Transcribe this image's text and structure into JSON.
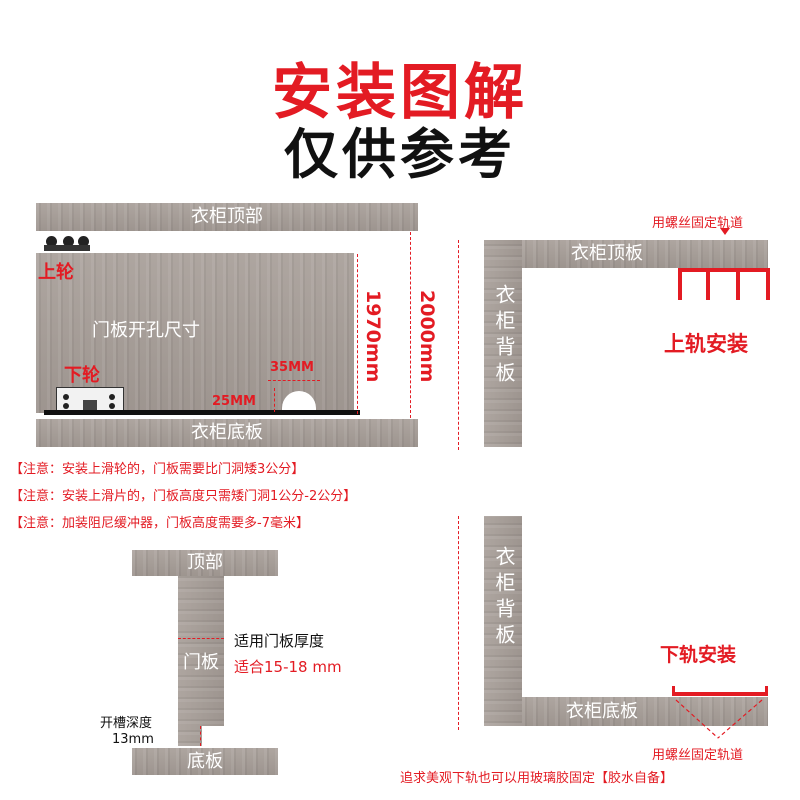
{
  "title": {
    "line1": "安装图解",
    "line2": "仅供参考"
  },
  "left_diagram": {
    "top_board": "衣柜顶部",
    "bottom_board": "衣柜底板",
    "upper_wheel": "上轮",
    "lower_wheel": "下轮",
    "door_label": "门板开孔尺寸",
    "dim_1970": "1970mm",
    "dim_2000": "2000mm",
    "dim_35": "35MM",
    "dim_25": "25MM"
  },
  "notes": [
    "【注意：安装上滑轮的，门板需要比门洞矮3公分】",
    "【注意：安装上滑片的，门板高度只需矮门洞1公分-2公分】",
    "【注意：加装阻尼缓冲器，门板高度需要多-7毫米】"
  ],
  "top_right": {
    "top_panel": "衣柜顶板",
    "back_panel": "衣柜背板",
    "screw_note": "用螺丝固定轨道",
    "title": "上轨安装"
  },
  "bottom_right": {
    "back_panel": "衣柜背板",
    "bottom_panel": "衣柜底板",
    "title": "下轨安装",
    "screw_note": "用螺丝固定轨道",
    "glue_note": "追求美观下轨也可以用玻璃胶固定【胶水自备】"
  },
  "middle_diagram": {
    "top": "顶部",
    "door": "门板",
    "bottom": "底板",
    "thickness_label": "适用门板厚度",
    "thickness_value": "适合15-18 mm",
    "groove_label": "开槽深度",
    "groove_value": "13mm"
  }
}
